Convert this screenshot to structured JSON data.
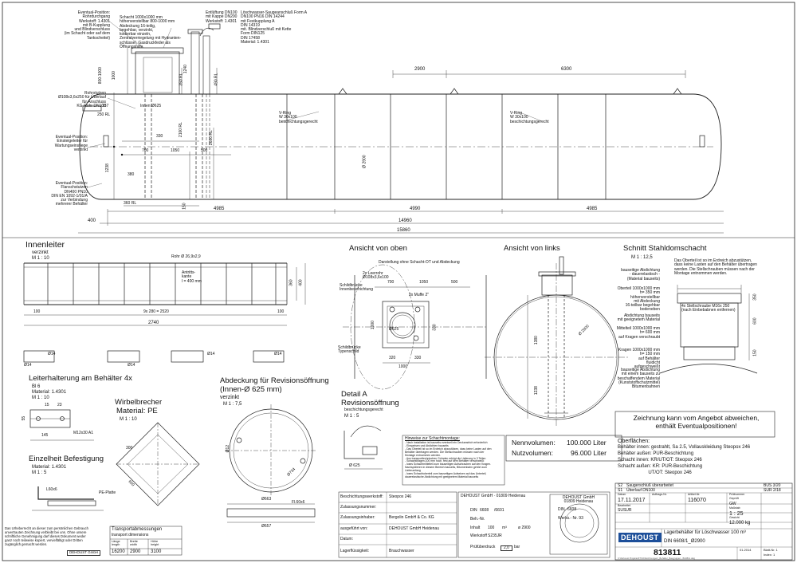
{
  "top_callouts": {
    "eventual_rohrdurchgang": "Eventual-Position:\nRohrdurchgang\nWerkstoff: 1.4301\nmit B-Kupplung\nund Blindverschluss\n(im Schacht oder auf dem\nTankscheitel)",
    "schacht": "Schacht 1000x1000 mm\nhöhenverstellbar 800-1000 mm\nAbdeckung 16-teilig,\nbegehbar, verzinkt,\nkodierbar einzeln,\nZentralverriegelung mit Hydranten-\nschlüssel, Gasdruckfeder als\nÖffnungshilfe",
    "entlueftung": "Entlüftung DN100\nmit Kappe DN200\nWerkstoff: 1.4301",
    "loeschwasser": "Löschwasser-Saugeanschluß Form A\nDN100 PN16 DIN 14244\nmit Festkupplung A\nDIN 14319\nmit. Blindverschluß mit Kette\nForm DIN125\nDIN 17458\nMaterial: 1.4301",
    "rohrstutzen": "Rohrstutzen\nØ108x3,6x250 für Überlauf\nfür Anschluss\nKG-Rohr DN100",
    "einsteigleiter": "Eventual-Position:\nEinsteigeleiter für\nWartungseinstiege\nverzinkt",
    "flanschstutzen": "Eventual-Position:\nFlanschstutzen\nDN400 PN10\nDIN EN 1092-1/01/A\nzur Verbindung\nmehrerer Behälter",
    "v_ring_left": "V-Ring\nW 30x100\nbeschichtungsgerecht",
    "v_ring_right": "V-Ring\nW 30x100\nbeschichtungsgerecht"
  },
  "main_dims": {
    "d_800_1000": "800-1000",
    "d_1000": "1000",
    "d_157": "157",
    "d_250rl": "250 RL",
    "d_innen625": "Innen Ø625",
    "d_330": "330",
    "d_700": "700",
    "d_1050": "1050",
    "d_500": "500",
    "d_380": "380",
    "d_1238": "1238",
    "d_360rl": "360 RL",
    "d_150": "150",
    "d_2100rl": "2100 RL",
    "d_2600rl": "2600 RL",
    "d_1240": "1240",
    "d_350rl": "350 RL",
    "d_490rl": "490 RL",
    "d_2900": "2900",
    "d_6300": "6300",
    "d_diam": "Ø 2900",
    "d_4985a": "4985",
    "d_4990": "4990",
    "d_4985b": "4985",
    "d_400": "400",
    "d_14960": "14960",
    "d_15860": "15860"
  },
  "innenleiter": {
    "title": "Innenleiter",
    "sub": "verzinkt",
    "scale": "M 1 : 10",
    "rohr": "Rohr Ø 26,9x2,9",
    "antritt": "Antritts-\nkante\nl = 400 mm",
    "d_100a": "100",
    "d_9x280": "9x 280 = 2520",
    "d_100b": "100",
    "d_2740": "2740",
    "d_360": "360",
    "d_400": "400",
    "d_14a": "Ø14",
    "d_14b": "Ø14",
    "d_14c": "Ø14",
    "d_14d": "Ø14",
    "d_14e": "Ø14"
  },
  "ansicht_oben": {
    "title": "Ansicht von oben",
    "hint": "Darstellung ohne Schacht-OT und Abdeckung",
    "leerrohr": "2x Leerrohr\nØ108x3,6x100",
    "schildbruecke": "Schildbrücke\nInnenbeschichtung",
    "muffe": "2x Muffe 2\"",
    "schildbruecke2": "Schildbrücke\nTypenschild",
    "d_700": "700",
    "d_1050": "1050",
    "d_500": "500",
    "d_1000v": "1000",
    "d_330": "330",
    "d_320": "320",
    "d_330b": "330",
    "d_1000h": "1000",
    "d_625": "Ø625"
  },
  "ansicht_links": {
    "title": "Ansicht von links",
    "d_2900": "Ø 2900",
    "d_1380": "1380",
    "d_1238": "1238"
  },
  "schnitt": {
    "title": "Schnitt Stahldomschacht",
    "scale": "M 1 : 12,5",
    "note_top": "Das Oberteil ist so im Erdreich abzustützen,\ndass keine Lasten auf den Behälter übertragen\nwerden. Die Stellschrauben müssen nach der\nMontage entnommen werden.",
    "abdichtung": "bauseitige Abdichtung\n- dauerelastisch -\n(Material bauseits)",
    "oberteil": "Oberteil 1000x1000 mm\nh= 350 mm\nhöhenverstellbar\nmit Abdeckung\n16-teilbar begehbar\nbodeneben",
    "stellschrauben": "4x Stellschraube M16x 250\n(nach Einbebabnen entfernen)",
    "abdichtung2": "Abdichtung bauseits\nmit geeignetem Material",
    "mittelteil": "Mittelteil 1000x1000 mm\nh= 600 mm\nauf Kragen verschraubt",
    "kragen": "Kragen 1000x1000 mm\nh= 150 mm\nauf Behälter\nfluidicht\naufgeschweißt",
    "abdichtung3": "bauseitige Abdichtung\nmit einem bauseits zu\nbeschaffendem Material\n(Kunststoffschutzmittel)\nBitumenbahnen",
    "d_350": "350",
    "d_600": "600",
    "d_150": "150"
  },
  "leiterhalterung": {
    "title": "Leiterhalterung am Behälter 4x",
    "sub1": "Bl 6",
    "sub2": "Material: 1.4301",
    "scale": "M 1 : 10",
    "d_15": "15",
    "d_23": "23",
    "d_55": "55",
    "d_145": "145",
    "d_m12": "M12x30 A1"
  },
  "befestigung": {
    "title": "Einzelheit Befestigung",
    "sub": "Material: 1.4301",
    "scale": "M 1 : 5",
    "d_l60": "L60x6",
    "d_pe": "PE-Platte"
  },
  "wirbelbrecher": {
    "title": "Wirbelbrecher",
    "material": "Material: PE",
    "scale": "M 1 : 10",
    "d_300": "300",
    "d_650": "650"
  },
  "abdeckung": {
    "title": "Abdeckung für Revisionsöffnung",
    "title2": "(Innen-Ø 625 mm)",
    "sub": "verzinkt",
    "scale": "M 1 : 7,5",
    "d_663": "Ø663",
    "d_657": "Ø657",
    "d_12": "Ø12",
    "d_734": "Ø734",
    "d_fl": "Fl.60x6"
  },
  "detail_a": {
    "title": "Detail A",
    "sub": "Revisionsöffnung",
    "sub2": "beschichtungsgerecht",
    "scale": "M 1 : 5",
    "d_625": "Ø 625"
  },
  "volumes": {
    "nenn_label": "Nennvolumen:",
    "nenn_value": "100.000 Liter",
    "nutz_label": "Nutzvolumen:",
    "nutz_value": "96.000 Liter"
  },
  "notice": "Zeichnung kann vom Angebot abweichen,\nenthält Eventualpositionen!",
  "hinweise": {
    "title": "Hinweise zur Schachtmontage:",
    "body": "- Nach Installation ist bauseits eventuell ein Deckanstrich erforderlich\n- Einspeisen und Abdichten bauseits\n- Das Oberteil ist so im Erdreich abzustützen, dass keine Lasten auf den\n  Behälter übertragen werden. Die Stellschrauben müssen nach der\n  Montage entnommen werden.\n- Aus transporttechnischen Gründen erfolgt die Lieferung in 3 Teilen\n- Schachtkragen,100 mm hoch, fest auf dem Behälter verschweißt\n- loses Schachtmittelteil zum bauseitigen Aufschrauben auf den Kragen.\n  Nachspülieren in diesem Bereich bauseits, Bitumenbahn gehört zum\n  Lieferumfang\n- loses Schachtoberteil zum bauseitigen Aufsetzen auf das Unterteil,\n  dauerelastische Abdichtung mit geeignetem Material bauseits"
  },
  "oberflaechen": {
    "title": "Oberflächen:",
    "lines": [
      "Behälter innen: gestrahlt, Sa 2.5, Vollauskleidung Steopox 246",
      "Behälter außen: PUR-Beschichtung",
      "Schacht innen: KR/UT/OT: Steopox 246",
      "Schacht außen: KR: PUR-Beschichtung",
      "                       UT/OT: Steopox 246"
    ]
  },
  "disclaimer": "Das Urheberrecht an dieser zum persönlichen Gebrauch\nanvertrauten Zeichnung verbleibt bei uns. Ohne unsere\nschriftliche Genehmigung darf dieses Dokument weder\nganz noch teilweise kopiert, vervielfältigt oder Dritten\nzugänglich gemacht werden.",
  "dehoust_small": "DEHOUST GmbH",
  "transport": {
    "title1": "Transportabmessungen",
    "title2": "transport dimensions",
    "h_laenge": "Länge\nlength",
    "h_breite": "Breite\nwidth",
    "h_hoehe": "Höhe\nheight",
    "v_laenge": "16200",
    "v_breite": "2900",
    "v_hoehe": "3100"
  },
  "form1": {
    "r1_label": "Beschichtungswerkstoff:",
    "r1_value": "Steopox 246",
    "r2_label": "Zulassungsnummer:",
    "r3_label": "Zulassungsinhaber:",
    "r3_value": "Bergolin GmbH & Co. KG",
    "r4_label": "ausgeführt von:",
    "r4_value": "DEHOUST GmbH Heidenau",
    "r5_label": "Datum:",
    "r6_label": "Lagerflüssigkeit:",
    "r6_value": "Brauchwasser"
  },
  "form2": {
    "company": "DEHOUST GmbH · 01809 Heidenau",
    "company2": "DEHOUST GmbH\n01809 Heidenau",
    "din_label": "DIN",
    "din_v1": "6608",
    "din_v2": "/6601",
    "beh_label": "Beh.-Nr.",
    "werk_label": "Werks.- Nr. 93",
    "inhalt_label": "Inhalt",
    "inhalt_v": "100",
    "inhalt_unit": "m³",
    "inhalt_d": "ø 2900",
    "werkstoff_label": "Werkstoff",
    "werkstoff_v": "S235JR",
    "pruef_label": "Prüfüberdruck",
    "pruef_v": "2,0",
    "pruef_unit": "bar",
    "din2_label": "DIN",
    "din2_v": "6608"
  },
  "titleblock": {
    "rev_s2": "Saugerschluß überarbeitet",
    "rev_s1": "Überlauf DN100",
    "rev_s2_code": "S2",
    "rev_s1_code": "S1",
    "rev_s2_date": "BUS 3/20",
    "rev_s1_date": "SUR 2/18",
    "h_datum": "Datum",
    "h_auftrag": "Auftrags-Nr.",
    "h_artikel": "Artikel-Nr.",
    "h_pruef": "Prüfnummer",
    "v_datum": "17.11.2017",
    "v_artikel": "116070",
    "h_massstab": "Maßstab",
    "v_massstab": "1 : 25",
    "h_gewicht": "Gewicht",
    "v_gewicht": "12.000 kg",
    "h_gepr": "Geprüft",
    "v_gw": "GW",
    "h_bearb": "Bearbeitet",
    "v_bearb": "SUSUR",
    "logo": "DEHOUST",
    "title1": "Lagerbehälter für Löschwasser 100 m³",
    "title2": "DIN 6608/1_Ø2900",
    "drawing_no": "813811",
    "sheet": "Blatt-Nr. 1",
    "index": "Index: 1",
    "date_small": "01.2014",
    "path": "C:\\Dehoust Projekte\\FT\\10\\Zeichnungen\\_Behälter_Baugruppe\\...\\813811.dwg"
  }
}
